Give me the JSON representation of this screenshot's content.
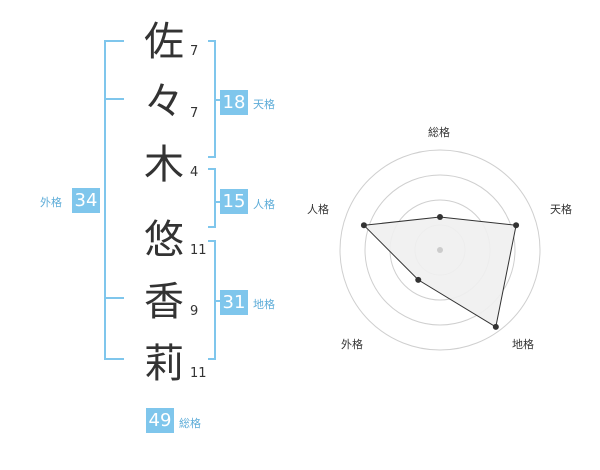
{
  "characters": [
    {
      "char": "佐",
      "strokes": "7"
    },
    {
      "char": "々",
      "strokes": "7"
    },
    {
      "char": "木",
      "strokes": "4"
    },
    {
      "char": "悠",
      "strokes": "11"
    },
    {
      "char": "香",
      "strokes": "9"
    },
    {
      "char": "莉",
      "strokes": "11"
    }
  ],
  "totals": {
    "tenkaku": {
      "value": "18",
      "label": "天格"
    },
    "jinkaku": {
      "value": "15",
      "label": "人格"
    },
    "chikaku": {
      "value": "31",
      "label": "地格"
    },
    "gaikaku": {
      "value": "34",
      "label": "外格"
    },
    "soukaku": {
      "value": "49",
      "label": "総格"
    }
  },
  "radar": {
    "labels": {
      "top": "総格",
      "right": "天格",
      "left": "人格",
      "bottom_left": "外格",
      "bottom_right": "地格"
    },
    "colors": {
      "fill": "#f0f0f0",
      "line": "#333333",
      "rings": "#cfcfcf",
      "center": "#cccccc"
    },
    "levels": {
      "soukaku": 0.33,
      "tenkaku": 0.8,
      "chikaku": 0.95,
      "gaikaku": 0.37,
      "jinkaku": 0.8
    }
  }
}
